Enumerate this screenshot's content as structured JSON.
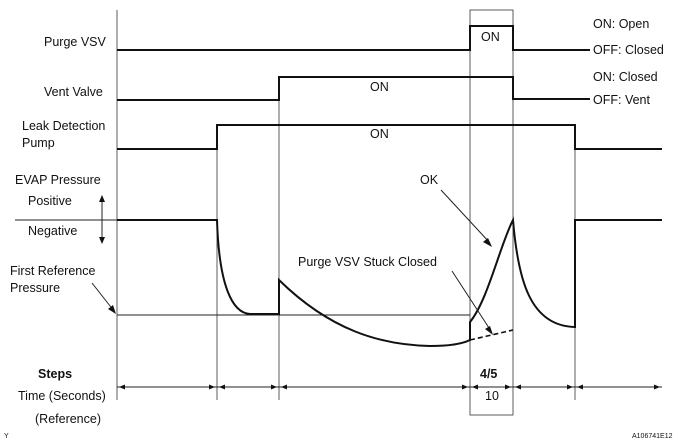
{
  "signals": {
    "purge_vsv": "Purge VSV",
    "vent_valve": "Vent Valve",
    "leak_pump_line1": "Leak Detection",
    "leak_pump_line2": "Pump",
    "evap_pressure": "EVAP Pressure",
    "positive": "Positive",
    "negative": "Negative",
    "first_ref_line1": "First Reference",
    "first_ref_line2": "Pressure"
  },
  "states": {
    "purge_on_label": "ON: Open",
    "purge_off_label": "OFF: Closed",
    "vent_on_label": "ON: Closed",
    "vent_off_label": "OFF: Vent",
    "on_box": "ON"
  },
  "annotations": {
    "ok": "OK",
    "stuck_closed": "Purge VSV Stuck Closed"
  },
  "footer": {
    "steps": "Steps",
    "time": "Time (Seconds)",
    "reference": "(Reference)",
    "step_value": "4/5",
    "time_value": "10",
    "corner_left": "Y",
    "figure_id": "A106741E12"
  }
}
